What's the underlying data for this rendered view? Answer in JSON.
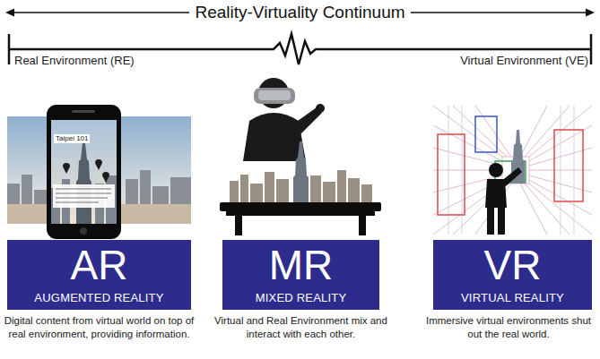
{
  "diagram": {
    "title": "Reality-Virtuality Continuum",
    "nodes": [
      {
        "text": [
          "AR",
          "AUGMENTED REALITY"
        ]
      },
      {
        "text": [
          "MR",
          "MIXED REALITY"
        ]
      },
      {
        "text": [
          "VR",
          "VIRTUAL REALITY"
        ]
      }
    ],
    "labels": [
      "Real Environment (RE)",
      "Virtual Environment (VE)",
      "Taipei 101",
      "Digital content from virtual world on top of real environment, providing information.",
      "Virtual and Real Environment mix and interact with each other.",
      "Immersive virtual environments shut out the real world."
    ]
  }
}
